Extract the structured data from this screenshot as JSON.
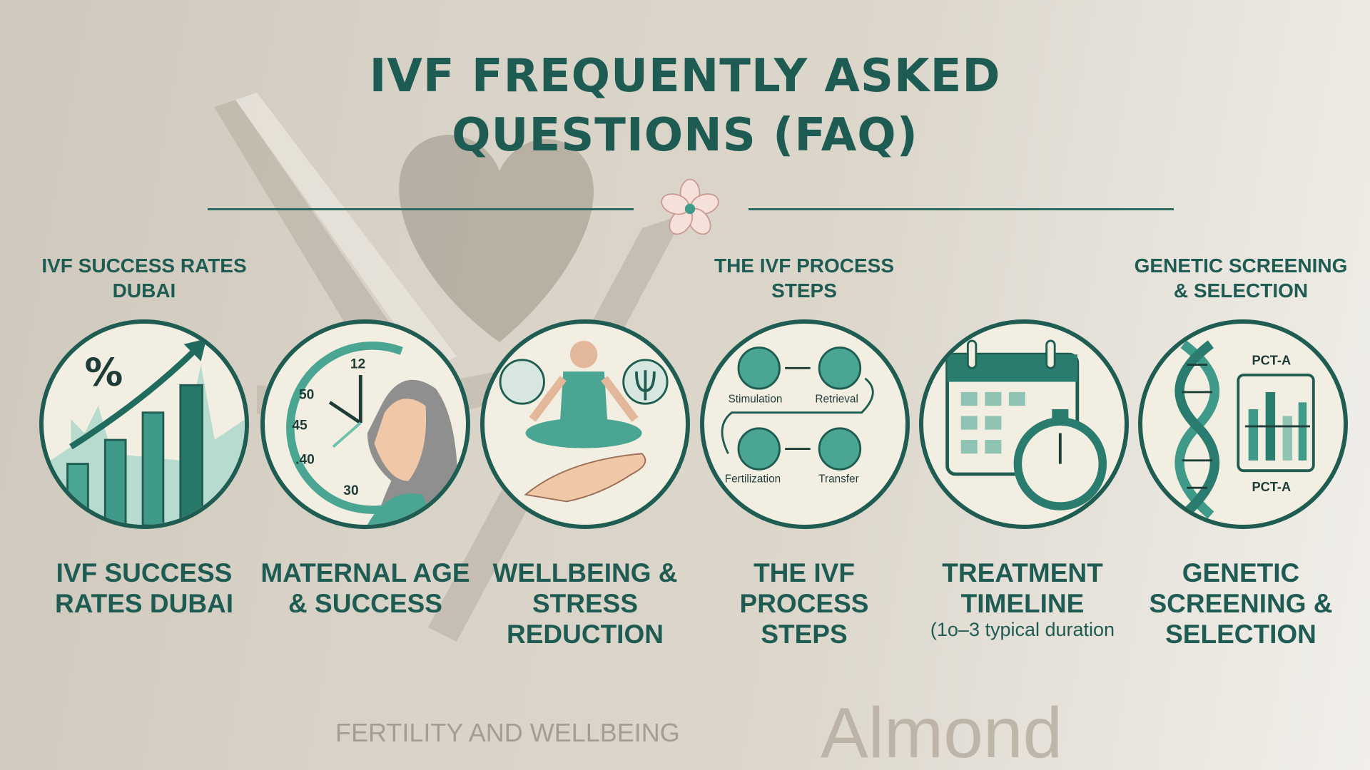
{
  "title": {
    "line1": "IVF FREQUENTLY ASKED",
    "line2": "QUESTIONS (FAQ)"
  },
  "logo": {
    "wordmark": "Almond",
    "tagline": "FERTILITY AND WELLBEING"
  },
  "colors": {
    "primary": "#1e5c53",
    "accent": "#3f9a8a",
    "light": "#f2efe2",
    "background": "#d8d2c7",
    "flower": "#f3d9d3"
  },
  "cards": [
    {
      "top": "IVF SUCCESS RATES DUBAI",
      "bottom": "IVF SUCCESS RATES DUBAI",
      "icon": "bar-chart-percent-icon",
      "symbol": "%"
    },
    {
      "top": "",
      "bottom": "MATERNAL AGE & SUCCESS",
      "icon": "clock-woman-icon",
      "ticks": [
        "12",
        "50",
        "45",
        ".40",
        "30"
      ]
    },
    {
      "top": "",
      "bottom": "WELLBEING & STRESS REDUCTION",
      "icon": "meditation-icon"
    },
    {
      "top": "THE IVF PROCESS STEPS",
      "bottom": "THE IVF PROCESS STEPS",
      "icon": "process-steps-icon",
      "steps": [
        "Stimulation",
        "Retrieval",
        "Fertilization",
        "Transfer"
      ]
    },
    {
      "top": "",
      "bottom": "TREATMENT TIMELINE",
      "sub": "(1o–3 typical duration",
      "icon": "calendar-stopwatch-icon"
    },
    {
      "top": "GENETIC SCREENING & SELECTION",
      "bottom": "GENETIC SCREENING & SELECTION",
      "icon": "dna-icon",
      "labels": [
        "PCT-A",
        "PCT-A"
      ]
    }
  ]
}
